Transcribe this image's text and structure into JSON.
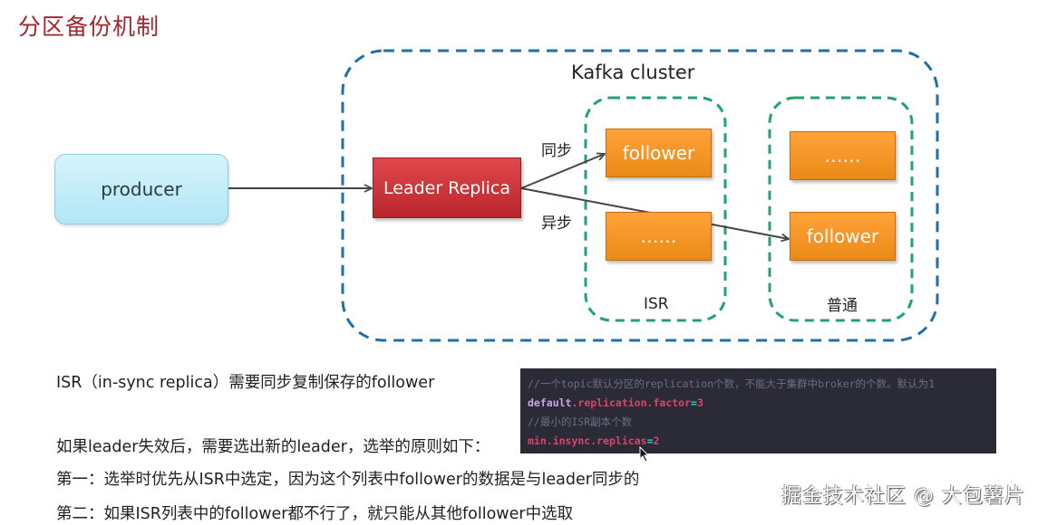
{
  "title": "分区备份机制",
  "diagram": {
    "cluster_label": "Kafka cluster",
    "producer_label": "producer",
    "leader_label": "Leader Replica",
    "sync_label": "同步",
    "async_label": "异步",
    "isr_group": {
      "label": "ISR",
      "items": [
        "follower",
        "……"
      ]
    },
    "normal_group": {
      "label": "普通",
      "items": [
        "……",
        "follower"
      ]
    },
    "colors": {
      "cluster_border": "#1f6fa8",
      "group_border": "#1fa56a",
      "leader": "#c8282d",
      "follower": "#f5911f",
      "producer": "#c4ecf8",
      "title": "#a3262b"
    }
  },
  "notes": {
    "line1": "ISR（in-sync replica）需要同步复制保存的follower",
    "line2": "如果leader失效后，需要选出新的leader，选举的原则如下：",
    "line3": "第一：选举时优先从ISR中选定，因为这个列表中follower的数据是与leader同步的",
    "line4": "第二：如果ISR列表中的follower都不行了，就只能从其他follower中选取"
  },
  "code": {
    "comment1": "//一个topic默认分区的replication个数，不能大于集群中broker的个数。默认为1",
    "line1_a": "default",
    "line1_b": ".replication.factor",
    "line1_op": "=",
    "line1_val": "3",
    "comment2": "//最小的ISR副本个数",
    "line2_key": "min.insync.replicas",
    "line2_op": "=",
    "line2_val": "2"
  },
  "watermark": "掘金技术社区 @ 大包薯片"
}
